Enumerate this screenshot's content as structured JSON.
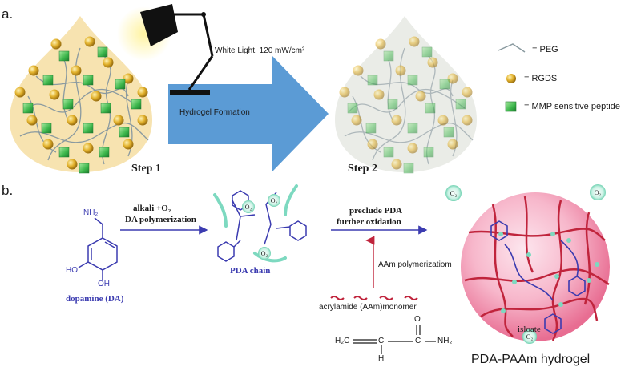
{
  "panel_a": {
    "letter": "a.",
    "light_label": "White Light, 120 mW/cm²",
    "arrow_label": "Hydrogel Formation",
    "step1": "Step 1",
    "step2": "Step 2",
    "legend": [
      {
        "symbol": "line",
        "text": "= PEG"
      },
      {
        "symbol": "bead",
        "text": "= RGDS"
      },
      {
        "symbol": "cube",
        "text": "= MMP sensitive peptide"
      }
    ]
  },
  "panel_b": {
    "letter": "b.",
    "monomer_group": "NH₂",
    "dopamine_label": "dopamine (DA)",
    "arrow1_line1": "alkali +O₂",
    "arrow1_line2": "DA polymerization",
    "pda_label": "PDA chain",
    "arrow2_line1": "preclude PDA",
    "arrow2_line2": "further oxidation",
    "aam_polymerization": "AAm polymerizatiom",
    "aam_monomer": "acrylamide (AAm)monomer",
    "acrylamide_left": "H₂C",
    "acrylamide_mid": "C",
    "acrylamide_right": "C",
    "acrylamide_o": "O",
    "acrylamide_nh2": "NH₂",
    "acrylamide_h": "H",
    "isolate_label": "isloate",
    "hydrogel_label": "PDA-PAAm hydrogel",
    "o2": "O₂",
    "ho": "HO",
    "oh": "OH"
  },
  "colors": {
    "arrow_blue": "#5b9bd5",
    "drop_fill": "#f7e3b0",
    "bead": "#e2b12c",
    "cube": "#44b649",
    "sphere_pink": "#f29ab4",
    "chain_red": "#c0243c",
    "chem_blue": "#3b3bb0",
    "oxygen_green": "#6fd1b1"
  }
}
